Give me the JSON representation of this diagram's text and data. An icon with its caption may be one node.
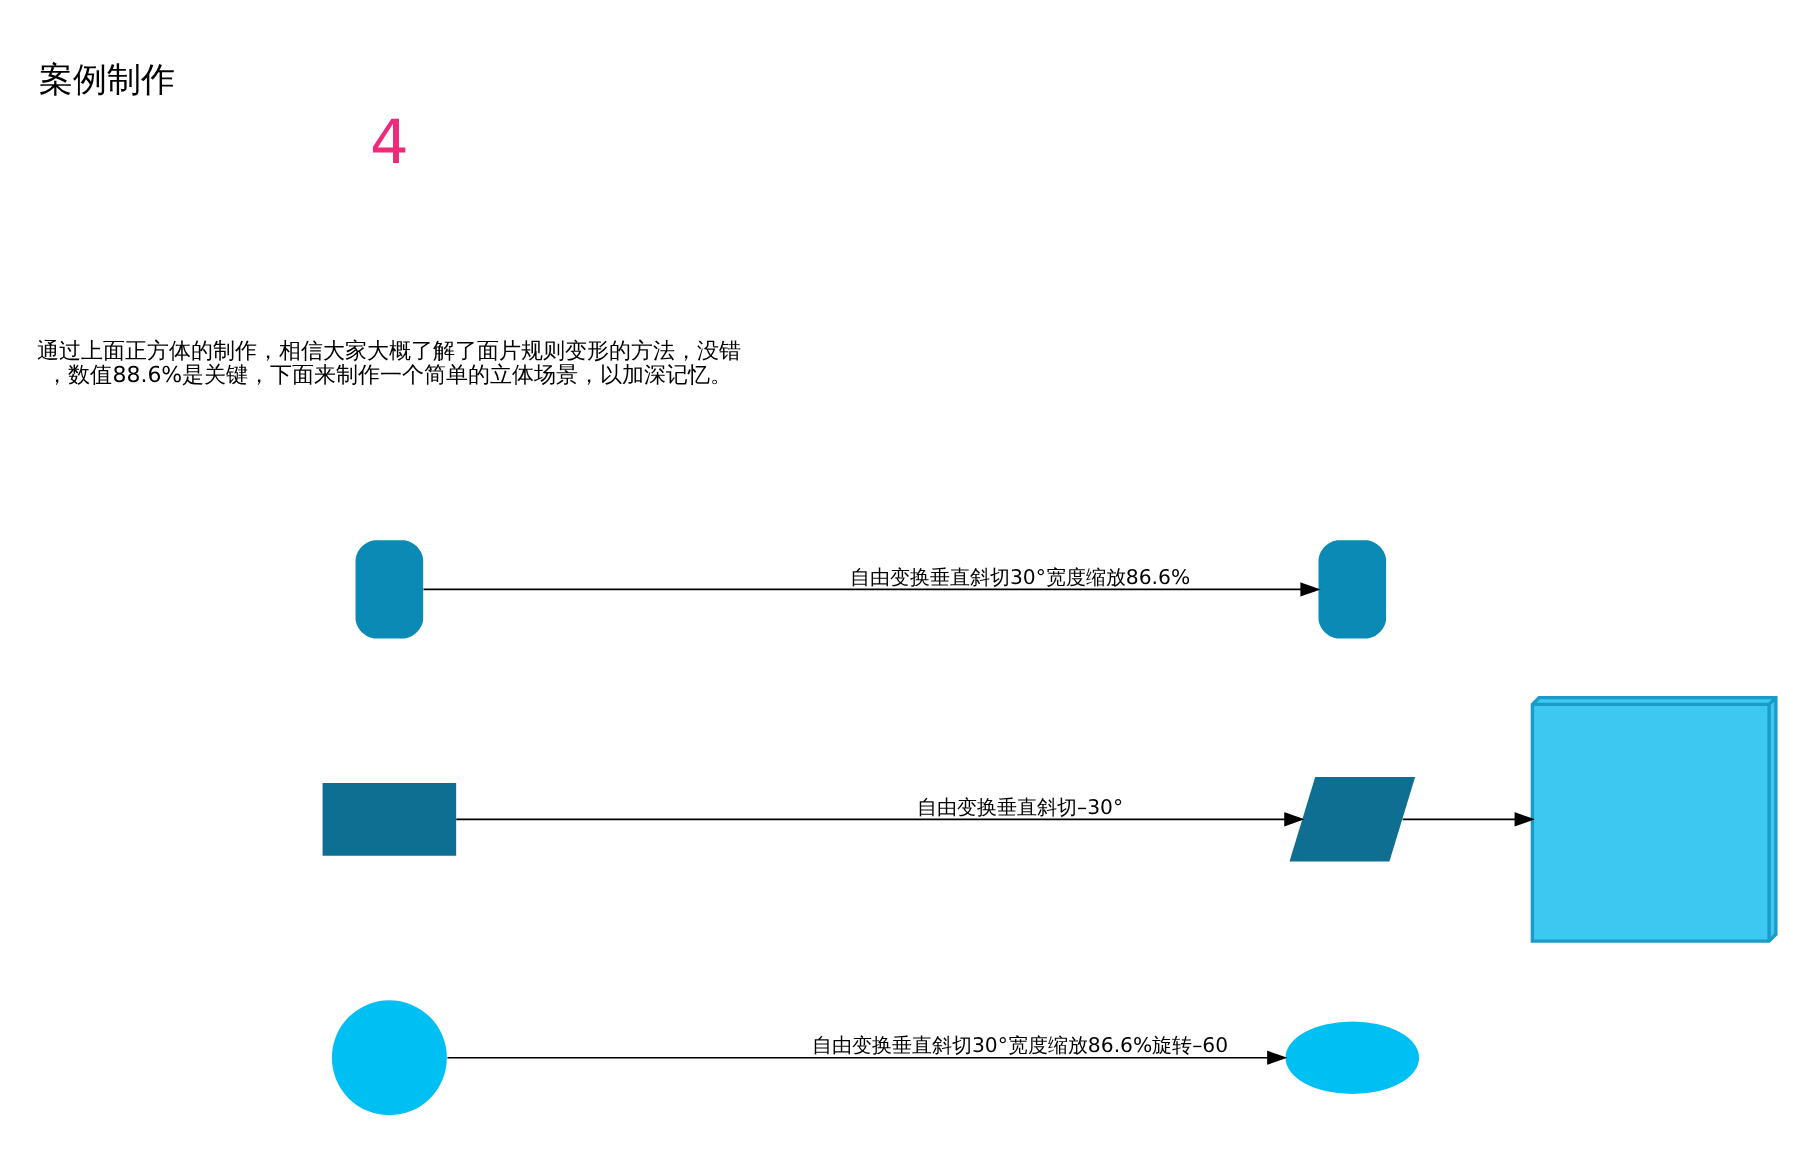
{
  "diagram": {
    "title": "案例制作",
    "nodes": [
      {
        "text": [],
        "shape": "arch"
      },
      {
        "text": [],
        "shape": "arch"
      },
      {
        "text": [],
        "shape": "box"
      },
      {
        "text": [],
        "shape": "parallelogram"
      },
      {
        "text": [],
        "shape": "circle"
      },
      {
        "text": [],
        "shape": "ellipse"
      },
      {
        "text": [],
        "shape": "cube"
      }
    ],
    "edges": [
      {
        "from": 0,
        "to": 1,
        "arrow": "to",
        "label": "自由变换垂直斜切30°宽度缩放86.6%"
      },
      {
        "from": 2,
        "to": 3,
        "arrow": "to",
        "label": "自由变换垂直斜切–30°"
      },
      {
        "from": 4,
        "to": 5,
        "arrow": "to",
        "label": "自由变换垂直斜切30°宽度缩放86.6%旋转–60"
      },
      {
        "from": 3,
        "to": 6,
        "arrow": "to"
      }
    ],
    "labels": [
      "4",
      "通过上面正方体的制作，相信大家大概了解了面片规则变形的方法，没错，数值88.6%是关键，下面来制作一个简单的立体场景，以加深记忆。"
    ]
  }
}
